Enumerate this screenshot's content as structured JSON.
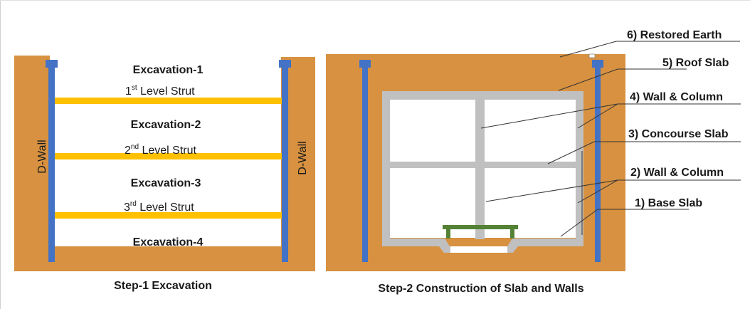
{
  "colors": {
    "soil": "#d79140",
    "wall": "#4472c4",
    "strut": "#ffc000",
    "concrete": "#c0c0c0",
    "track": "#548235",
    "text": "#1a1a1a",
    "frame": "#b0b0b0"
  },
  "step1": {
    "caption": "Step-1 Excavation",
    "left_wall_label": "D-Wall",
    "right_wall_label": "D-Wall",
    "excavations": [
      "Excavation-1",
      "Excavation-2",
      "Excavation-3",
      "Excavation-4"
    ],
    "struts": [
      {
        "num": "1",
        "sup": "st",
        "text": " Level Strut"
      },
      {
        "num": "2",
        "sup": "nd",
        "text": " Level Strut"
      },
      {
        "num": "3",
        "sup": "rd",
        "text": " Level Strut"
      }
    ]
  },
  "step2": {
    "caption": "Step-2 Construction of Slab and Walls",
    "labels": [
      "6) Restored Earth",
      "5) Roof Slab",
      "4) Wall & Column",
      "3) Concourse Slab",
      "2) Wall & Column",
      "1) Base Slab"
    ]
  }
}
